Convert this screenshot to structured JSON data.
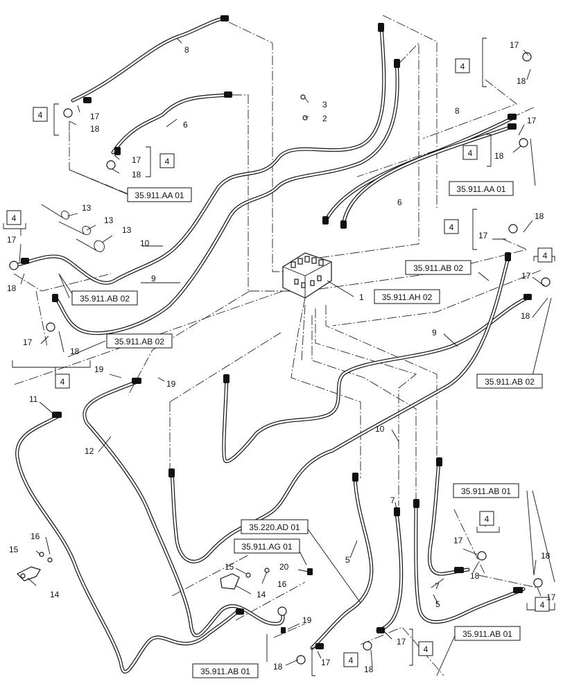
{
  "diagram": {
    "ref_boxes": [
      {
        "id": "aa01_top",
        "text": "35.911.AA 01"
      },
      {
        "id": "aa01_right",
        "text": "35.911.AA 01"
      },
      {
        "id": "ab02_left",
        "text": "35.911.AB 02"
      },
      {
        "id": "ab02_leftlow",
        "text": "35.911.AB 02"
      },
      {
        "id": "ab02_right",
        "text": "35.911.AB 02"
      },
      {
        "id": "ab02_right2",
        "text": "35.911.AB 02"
      },
      {
        "id": "ah02",
        "text": "35.911.AH 02"
      },
      {
        "id": "ab01_right",
        "text": "35.911.AB 01"
      },
      {
        "id": "ab01_bottom",
        "text": "35.911.AB 01"
      },
      {
        "id": "ab01_botright",
        "text": "35.911.AB 01"
      },
      {
        "id": "ad01",
        "text": "35.220.AD 01"
      },
      {
        "id": "ag01",
        "text": "35.911.AG 01"
      }
    ],
    "group_label": "4",
    "callouts": {
      "c8a": "8",
      "c8b": "8",
      "c6a": "6",
      "c6b": "6",
      "c3": "3",
      "c2": "2",
      "c17a": "17",
      "c18a": "18",
      "c17b": "17",
      "c18b": "18",
      "c17c": "17",
      "c18c": "18",
      "c17d": "17",
      "c18d": "18",
      "c13a": "13",
      "c13b": "13",
      "c13c": "13",
      "c10a": "10",
      "c9a": "9",
      "c17e": "17",
      "c18e": "18",
      "c17f": "17",
      "c18f": "18",
      "c1": "1",
      "c17g": "17",
      "c18g": "18",
      "c17h": "17",
      "c18h": "18",
      "c19a": "19",
      "c19b": "19",
      "c11": "11",
      "c12": "12",
      "c9b": "9",
      "c10b": "10",
      "c7a": "7",
      "c7b": "7",
      "c5a": "5",
      "c5b": "5",
      "c16a": "16",
      "c15a": "15",
      "c14a": "14",
      "c15b": "15",
      "c16b": "16",
      "c14b": "14",
      "c20": "20",
      "c19c": "19",
      "c17i": "17",
      "c18i": "18",
      "c17j": "17",
      "c18j": "18",
      "c17k": "17",
      "c18k": "18",
      "c17l": "17",
      "c18l": "18"
    }
  }
}
